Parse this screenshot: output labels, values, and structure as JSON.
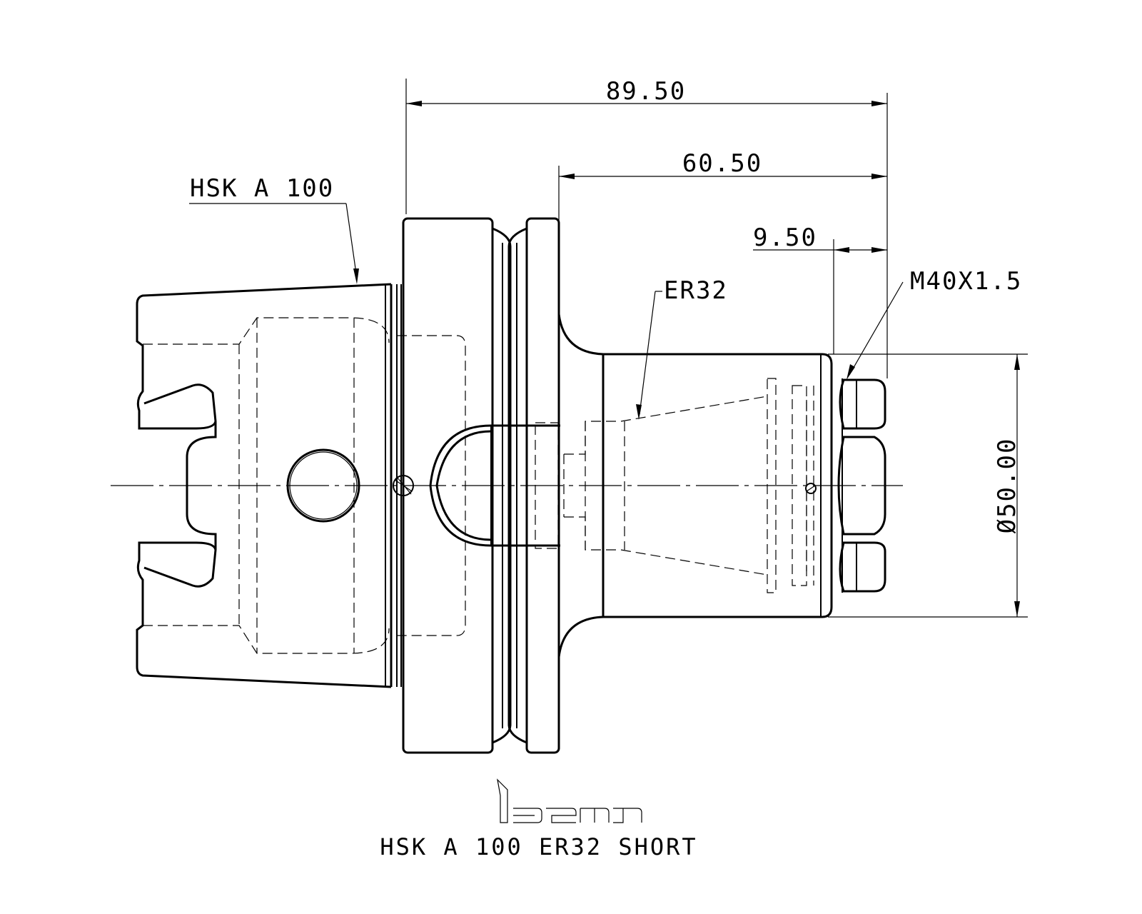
{
  "drawing": {
    "title": "HSK A 100 ER32 SHORT",
    "logo_text": "iscar",
    "dimensions": {
      "overall_length": "89.50",
      "gauge_length": "60.50",
      "nut_length": "9.50",
      "diameter": "Ø50.00"
    },
    "callouts": {
      "shank": "HSK A 100",
      "collet": "ER32",
      "thread": "M40X1.5"
    }
  }
}
